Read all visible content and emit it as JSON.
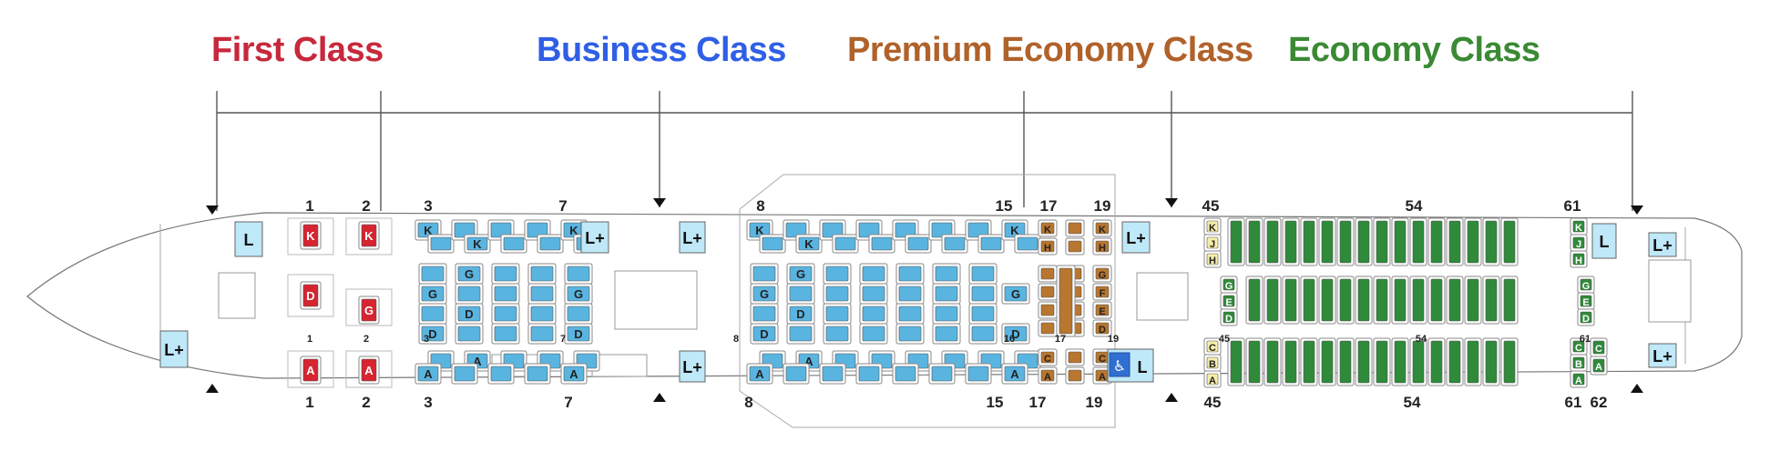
{
  "classes": {
    "first": {
      "label": "First Class",
      "color": "#c8283c"
    },
    "business": {
      "label": "Business Class",
      "color": "#2f5fe6"
    },
    "premium": {
      "label": "Premium Economy Class",
      "color": "#b0622a"
    },
    "economy": {
      "label": "Economy Class",
      "color": "#3a8a34"
    }
  },
  "seat_colors": {
    "first": "#d62431",
    "business": "#5ab4e0",
    "premium": "#b8762e",
    "economy": "#2f8a3a",
    "economy_front": "#f6eea8",
    "facility": "#bfe8f8"
  },
  "row_labels": {
    "top": [
      "1",
      "2",
      "3",
      "7",
      "8",
      "15",
      "17",
      "19",
      "45",
      "54",
      "61"
    ],
    "middle": [
      "1",
      "2",
      "3",
      "7",
      "8",
      "16",
      "17",
      "19",
      "45",
      "54",
      "61"
    ],
    "bottom": [
      "1",
      "2",
      "3",
      "7",
      "8",
      "15",
      "17",
      "19",
      "45",
      "54",
      "61",
      "62"
    ]
  },
  "seat_letters": {
    "first": [
      "K",
      "D",
      "G",
      "A",
      "K",
      "A"
    ],
    "business": [
      "K",
      "K",
      "K",
      "G",
      "G",
      "D",
      "G",
      "D",
      "D",
      "A",
      "A",
      "A",
      "K",
      "K",
      "K",
      "G",
      "G",
      "D",
      "G",
      "D",
      "D",
      "A",
      "A",
      "A"
    ],
    "premium": [
      "K",
      "H",
      "K",
      "H",
      "G",
      "F",
      "E",
      "D",
      "G",
      "F",
      "E",
      "D",
      "C",
      "A",
      "C",
      "A"
    ],
    "economy": [
      "K",
      "J",
      "H",
      "G",
      "E",
      "D",
      "C",
      "B",
      "A",
      "K",
      "J",
      "H",
      "G",
      "E",
      "D",
      "C",
      "B",
      "A",
      "C",
      "A"
    ]
  },
  "facility_symbols": {
    "lavatory": "L",
    "accessible_lavatory": "L+",
    "wheelchair": "♿"
  }
}
